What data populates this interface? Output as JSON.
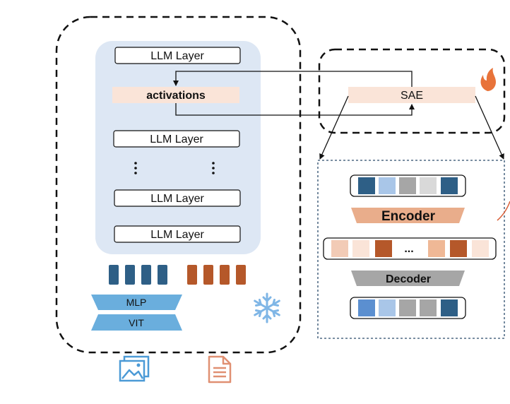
{
  "llm": {
    "layers": [
      "LLM Layer",
      "LLM Layer",
      "LLM Layer",
      "LLM Layer"
    ],
    "activations_label": "activations",
    "vertical_dots": "⋮"
  },
  "vision": {
    "mlp_label": "MLP",
    "vit_label": "VIT",
    "image_tokens_color": "#2e5f86",
    "text_tokens_color": "#b5582a"
  },
  "sae": {
    "label": "SAE",
    "encoder_label": "Encoder",
    "decoder_label": "Decoder",
    "latent_ellipsis": "...",
    "input_colors": [
      "#2e5f86",
      "#a9c6e8",
      "#a6a6a6",
      "#d9d9d9",
      "#2e5f86"
    ],
    "latent_colors_left": [
      "#f2cbb6",
      "#fae4d8",
      "#b5582a"
    ],
    "latent_colors_right": [
      "#efb896",
      "#b5582a",
      "#fae4d8"
    ],
    "output_colors": [
      "#5b8fd0",
      "#a9c6e8",
      "#a6a6a6",
      "#a6a6a6",
      "#2e5f86"
    ]
  },
  "icons": {
    "frozen": "snowflake-icon",
    "trainable": "fire-icon",
    "image_input": "image-icon",
    "text_input": "document-icon"
  },
  "colors": {
    "llm_panel": "#dde7f4",
    "activation_band": "#fae4d8",
    "encoder": "#e9ad8b",
    "decoder": "#a6a6a6",
    "vision_module": "#6aaedd"
  }
}
